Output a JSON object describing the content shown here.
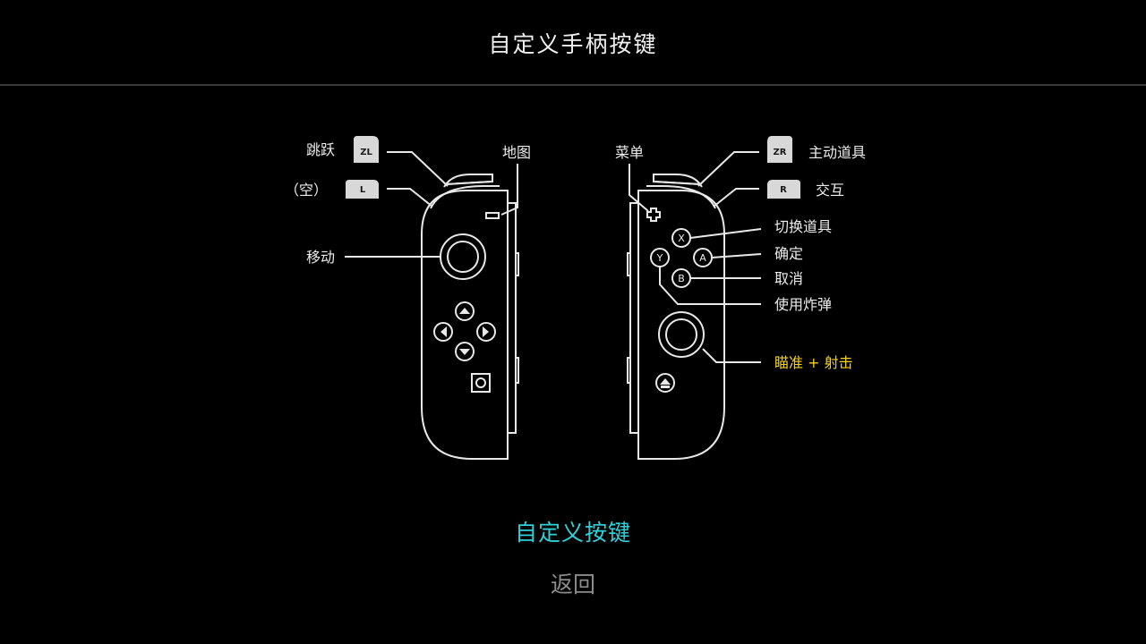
{
  "title": "自定义手柄按键",
  "left_controller": {
    "zl_key": "ZL",
    "zl_action": "跳跃",
    "l_key": "L",
    "l_action": "（空）",
    "minus_action": "地图",
    "stick_action": "移动"
  },
  "right_controller": {
    "plus_action": "菜单",
    "zr_key": "ZR",
    "zr_action": "主动道具",
    "r_key": "R",
    "r_action": "交互",
    "x_key": "X",
    "x_action": "切换道具",
    "a_key": "A",
    "a_action": "确定",
    "b_key": "B",
    "b_action": "取消",
    "y_key": "Y",
    "y_action": "使用炸弹",
    "stick_action": "瞄准 + 射击"
  },
  "menu": {
    "customize": "自定义按键",
    "back": "返回"
  },
  "colors": {
    "background": "#000000",
    "line": "#e8e8e8",
    "accent_yellow": "#f5d21e",
    "selected_cyan": "#2fd0d8",
    "inactive_gray": "#8c8c8c"
  }
}
